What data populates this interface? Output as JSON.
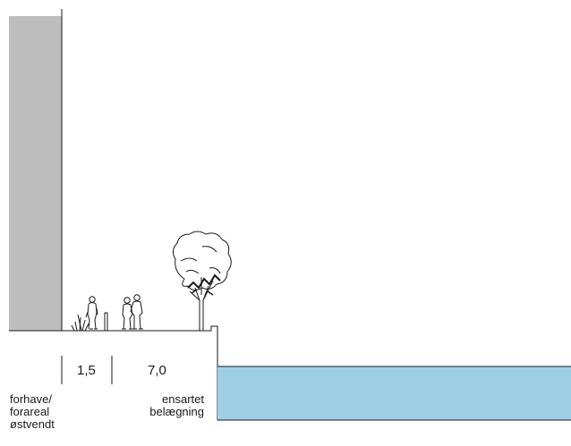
{
  "colors": {
    "building": "#bebebe",
    "water": "#9ecfe4",
    "line": "#1a1a1a",
    "background": "#ffffff"
  },
  "dimensions": {
    "front_width": "1,5",
    "paving_width": "7,0"
  },
  "labels": {
    "front_area": [
      "forhave/",
      "forareal",
      "østvendt"
    ],
    "paving": [
      "ensartet",
      "belægning"
    ]
  },
  "figures": {
    "people": [
      "person-icon",
      "couple-icon"
    ],
    "vegetation": [
      "shrub-icon",
      "tree-icon"
    ],
    "furniture": [
      "bollard-icon"
    ]
  }
}
